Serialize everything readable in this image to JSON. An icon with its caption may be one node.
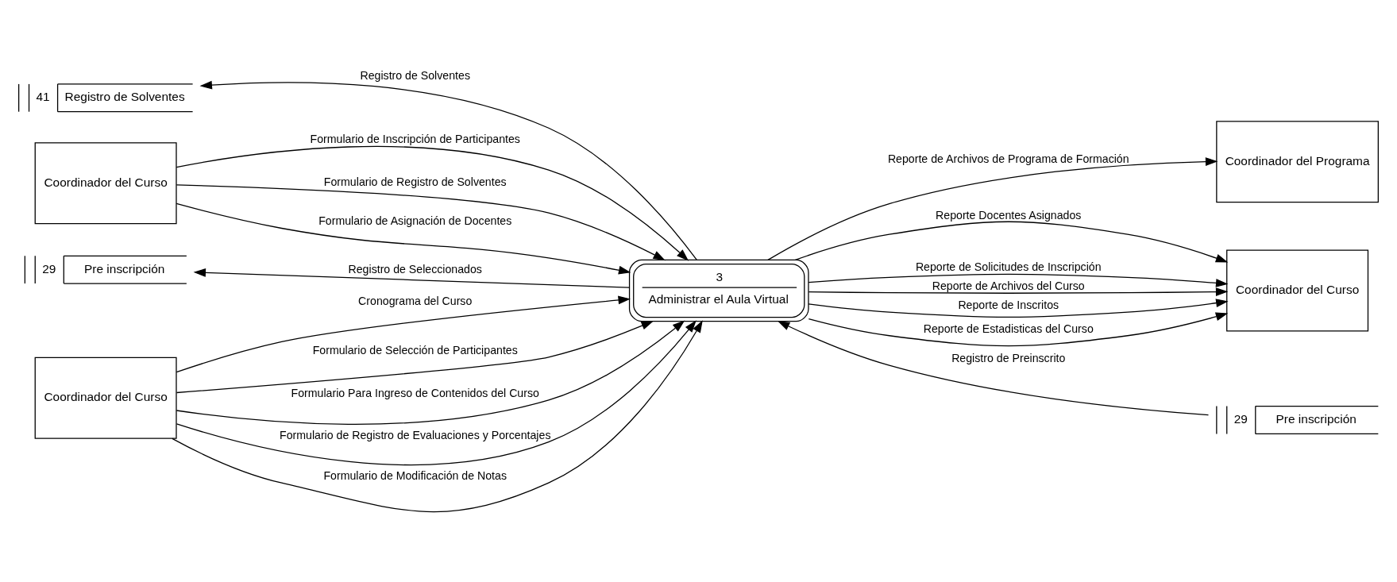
{
  "diagram": {
    "nodes": [
      {
        "text": [
          "41",
          "Registro de Solventes"
        ]
      },
      {
        "text": [
          "29",
          "Pre inscripción"
        ]
      },
      {
        "text": [
          "Coordinador del Curso"
        ]
      },
      {
        "text": [
          "Coordinador del Programa"
        ]
      },
      {
        "text": [
          "3",
          "Administrar el Aula Virtual"
        ]
      },
      {
        "text": [
          "Coordinador del Curso"
        ]
      },
      {
        "text": [
          "Coordinador del Curso"
        ]
      },
      {
        "text": [
          "29",
          "Pre inscripción"
        ]
      }
    ],
    "edges": [
      {
        "from": 4,
        "to": 0,
        "arrow": "to",
        "label": "Registro de Solventes"
      },
      {
        "from": 4,
        "to": 1,
        "arrow": "to",
        "label": "Registro de Seleccionados"
      },
      {
        "from": 4,
        "to": 3,
        "arrow": "to",
        "label": "Reporte de Archivos de Programa de Formación"
      },
      {
        "from": 2,
        "to": 4,
        "arrow": "to",
        "label": "Formulario de Inscripción de Participantes"
      },
      {
        "from": 4,
        "to": 5,
        "arrow": "to",
        "label": "Reporte Docentes Asignados"
      },
      {
        "from": 2,
        "to": 4,
        "arrow": "to",
        "label": "Formulario de Registro de Solventes"
      },
      {
        "from": 4,
        "to": 5,
        "arrow": "to",
        "label": "Reporte de Solicitudes de Inscripción"
      },
      {
        "from": 2,
        "to": 4,
        "arrow": "to",
        "label": "Formulario de Asignación de Docentes"
      },
      {
        "from": 4,
        "to": 5,
        "arrow": "to",
        "label": "Reporte de Archivos del Curso"
      },
      {
        "from": 6,
        "to": 4,
        "arrow": "to",
        "label": "Cronograma del Curso"
      },
      {
        "from": 4,
        "to": 5,
        "arrow": "to",
        "label": "Reporte de Inscritos"
      },
      {
        "from": 6,
        "to": 4,
        "arrow": "to",
        "label": "Formulario de Selección de Participantes"
      },
      {
        "from": 4,
        "to": 5,
        "arrow": "to",
        "label": "Reporte de Estadisticas del Curso"
      },
      {
        "from": 6,
        "to": 4,
        "arrow": "to",
        "label": "Formulario Para Ingreso de Contenidos del Curso"
      },
      {
        "from": 7,
        "to": 4,
        "arrow": "to",
        "label": "Registro de Preinscrito"
      },
      {
        "from": 6,
        "to": 4,
        "arrow": "to",
        "label": "Formulario de Registro de Evaluaciones y Porcentajes"
      },
      {
        "from": 6,
        "to": 4,
        "arrow": "to",
        "label": "Formulario de Modificación de Notas"
      }
    ]
  }
}
